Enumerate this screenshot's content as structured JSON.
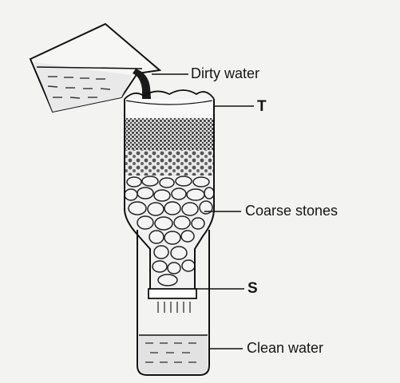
{
  "labels": {
    "dirty_water": "Dirty water",
    "t": "T",
    "coarse_stones": "Coarse stones",
    "s": "S",
    "clean_water": "Clean water"
  }
}
